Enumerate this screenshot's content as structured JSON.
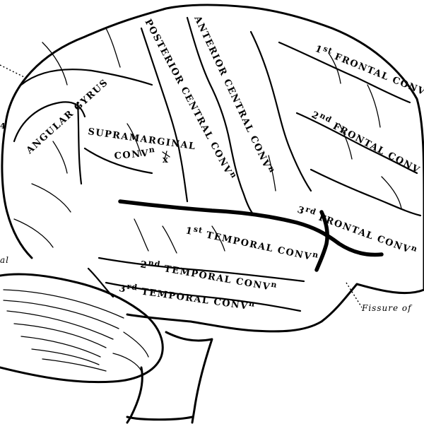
{
  "labels": {
    "angular_gyrus": "ANGULAR GYRUS",
    "supramarginal": "SUPRAMARGINAL",
    "supramarginal_conv": "CONV",
    "supramarginal_conv_sup": "n",
    "supramarginal_x": "x",
    "posterior_central": "POSTERIOR CENTRAL CONV",
    "posterior_central_sup": "n",
    "anterior_central": "ANTERIOR CENTRAL CONV",
    "anterior_central_sup": "n",
    "first_frontal": "FRONTAL CONV",
    "first_frontal_num": "1",
    "first_frontal_ord": "st",
    "second_frontal": "FRONTAL CONV",
    "second_frontal_num": "2",
    "second_frontal_ord": "nd",
    "third_frontal": "FRONTAL CONV",
    "third_frontal_num": "3",
    "third_frontal_ord": "rd",
    "third_frontal_sup": "n",
    "first_temporal": "TEMPORAL CONV",
    "first_temporal_num": "1",
    "first_temporal_ord": "st",
    "first_temporal_sup": "n",
    "second_temporal": "TEMPORAL CONV",
    "second_temporal_num": "2",
    "second_temporal_ord": "nd",
    "second_temporal_sup": "n",
    "third_temporal": "TEMPORAL CONV",
    "third_temporal_num": "3",
    "third_temporal_ord": "rd",
    "third_temporal_sup": "n",
    "fissure_of": "Fissure of",
    "left_edge_partial": "al",
    "left_edge_partial_top": "4"
  }
}
